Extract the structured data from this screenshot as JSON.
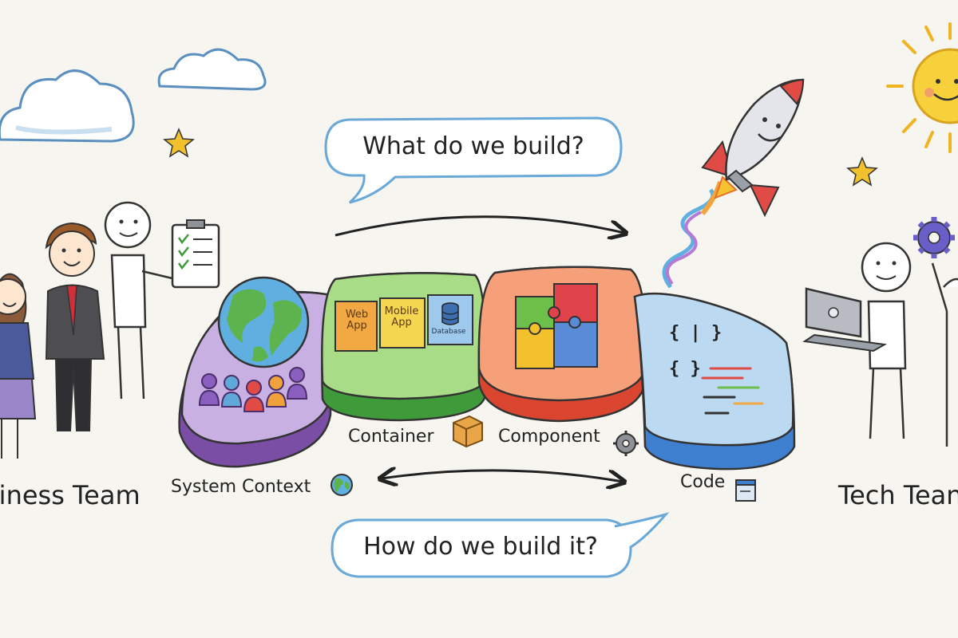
{
  "teams": {
    "business": "siness Team",
    "tech": "Tech Tean"
  },
  "speech": {
    "top": "What do we build?",
    "bottom": "How do we build it?"
  },
  "levels": {
    "system_context": "System Context",
    "container": "Container",
    "component": "Component",
    "code": "Code"
  },
  "container_tiles": {
    "web_app": "Web App",
    "mobile_app": "Mobile App",
    "database": "Database"
  },
  "code_block": {
    "line1": "{ | }",
    "line2": "{ }"
  },
  "icons": [
    "cloud-icon",
    "star-icon",
    "sun-icon",
    "rocket-icon",
    "globe-icon",
    "gear-icon",
    "box-icon",
    "puzzle-icon",
    "laptop-icon",
    "clipboard-icon",
    "people-icon",
    "window-icon"
  ],
  "colors": {
    "background": "#f6f5ef",
    "system_context": "#9b6fc0",
    "container": "#7cc15a",
    "component": "#e36b4a",
    "code": "#5f9bd6",
    "bubble_border": "#6aa8d8"
  }
}
